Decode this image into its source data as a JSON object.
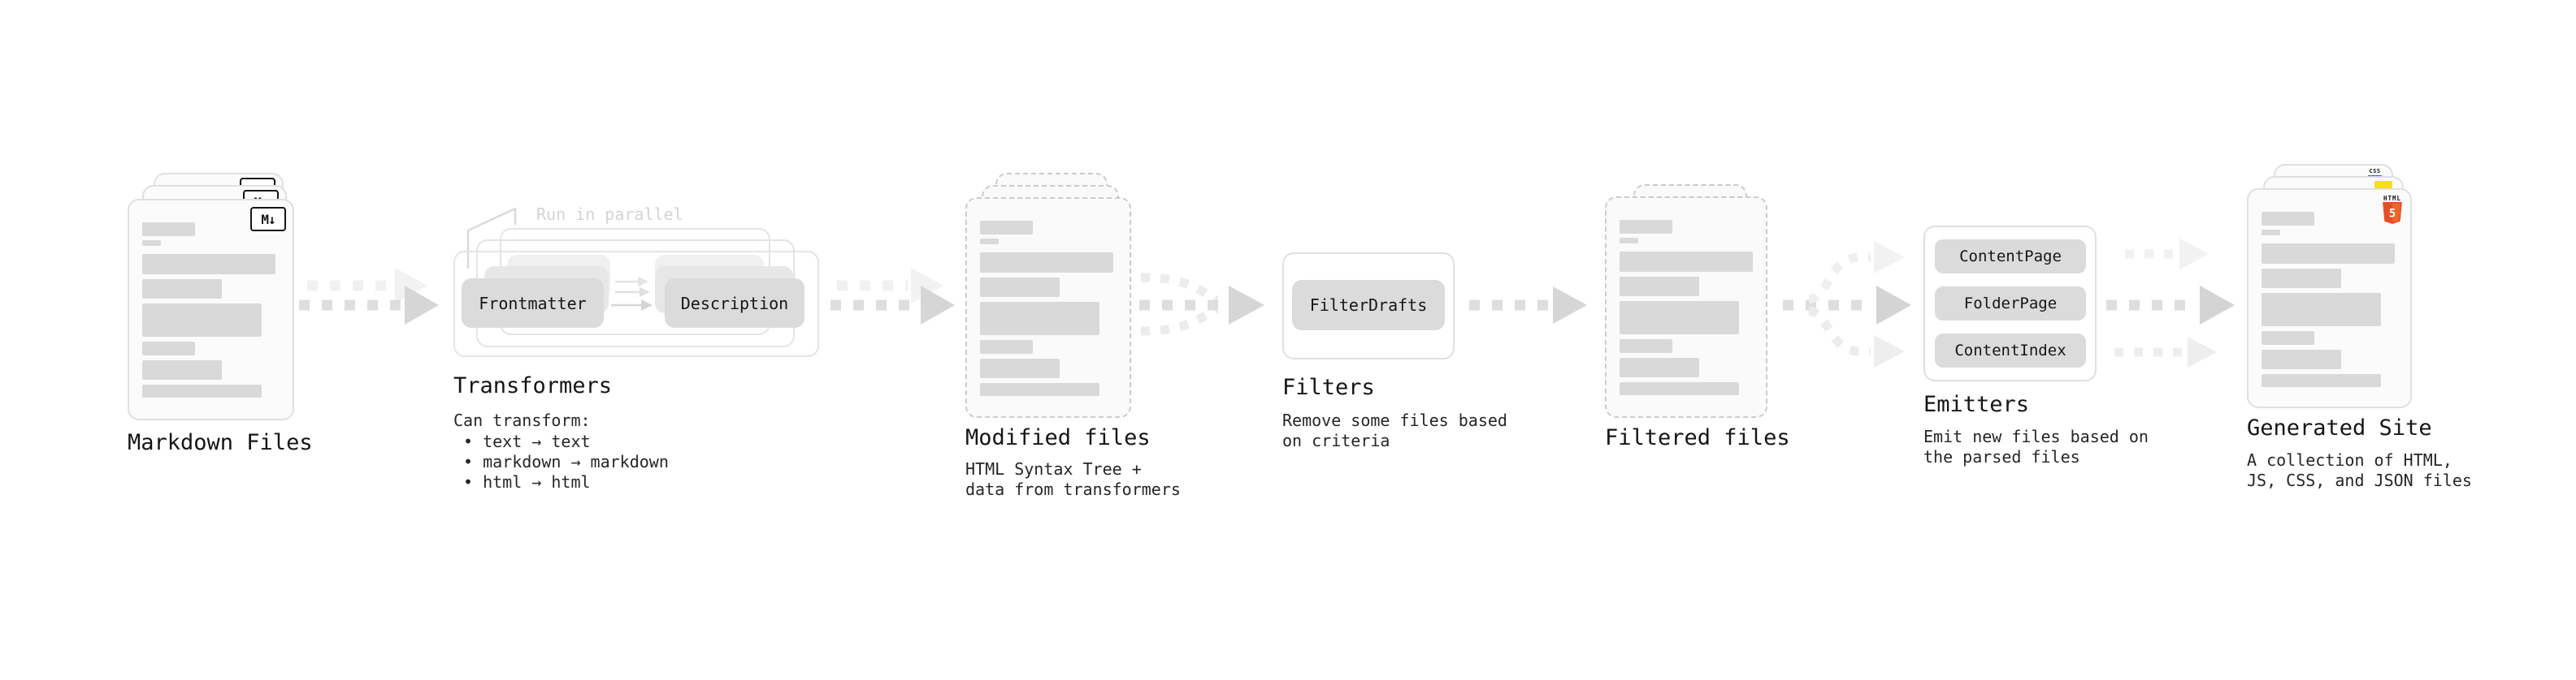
{
  "sections": {
    "markdown_files": {
      "title": "Markdown Files",
      "badge": "M↓"
    },
    "transformers": {
      "title": "Transformers",
      "callout": "Run in parallel",
      "pill_left": "Frontmatter",
      "pill_right": "Description",
      "subtitle": "Can transform:",
      "bullets": [
        "• text → text",
        "• markdown → markdown",
        "• html → html"
      ]
    },
    "modified_files": {
      "title": "Modified files",
      "subtitle_lines": [
        "HTML Syntax Tree +",
        "data from transformers"
      ]
    },
    "filters": {
      "title": "Filters",
      "pill": "FilterDrafts",
      "subtitle_lines": [
        "Remove some files based",
        "on criteria"
      ]
    },
    "filtered_files": {
      "title": "Filtered files"
    },
    "emitters": {
      "title": "Emitters",
      "pills": [
        "ContentPage",
        "FolderPage",
        "ContentIndex"
      ],
      "subtitle_lines": [
        "Emit new files based on",
        "the parsed files"
      ]
    },
    "generated_site": {
      "title": "Generated Site",
      "subtitle_lines": [
        "A collection of HTML,",
        "JS, CSS, and JSON files"
      ],
      "badge_html_label": "HTML",
      "badge_html_numeral": "5",
      "badge_css": "CSS"
    },
    "colors": {
      "arrow": "#dedede",
      "arrow_head": "#d6d6d6",
      "arrow_faint": "#f1f1f1",
      "card_border": "#e0e0e0",
      "placeholder_bar": "#d9d9d9",
      "pill_bg": "#dbdbdb",
      "html5_orange": "#e44d26",
      "html5_orange_light": "#f16529",
      "js_yellow": "#f7df1e",
      "css_blue": "#2962ff"
    }
  }
}
